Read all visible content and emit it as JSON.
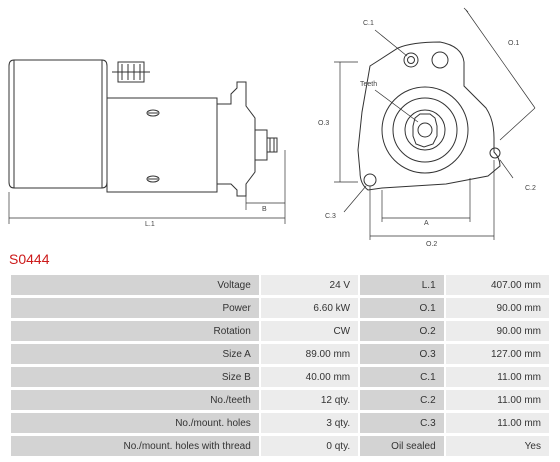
{
  "product": {
    "code": "S0444"
  },
  "drawing": {
    "labels": {
      "l1": "L.1",
      "b": "B",
      "o3": "O.3",
      "o1": "O.1",
      "o2": "O.2",
      "a": "A",
      "c1": "C.1",
      "c2": "C.2",
      "c3": "C.3",
      "teeth": "Teeth"
    }
  },
  "specs": [
    {
      "label": "Voltage",
      "value": "24 V",
      "label2": "L.1",
      "value2": "407.00 mm"
    },
    {
      "label": "Power",
      "value": "6.60 kW",
      "label2": "O.1",
      "value2": "90.00 mm"
    },
    {
      "label": "Rotation",
      "value": "CW",
      "label2": "O.2",
      "value2": "90.00 mm"
    },
    {
      "label": "Size A",
      "value": "89.00 mm",
      "label2": "O.3",
      "value2": "127.00 mm"
    },
    {
      "label": "Size B",
      "value": "40.00 mm",
      "label2": "C.1",
      "value2": "11.00 mm"
    },
    {
      "label": "No./teeth",
      "value": "12 qty.",
      "label2": "C.2",
      "value2": "11.00 mm"
    },
    {
      "label": "No./mount. holes",
      "value": "3 qty.",
      "label2": "C.3",
      "value2": "11.00 mm"
    },
    {
      "label": "No./mount. holes with thread",
      "value": "0 qty.",
      "label2": "Oil sealed",
      "value2": "Yes"
    }
  ]
}
